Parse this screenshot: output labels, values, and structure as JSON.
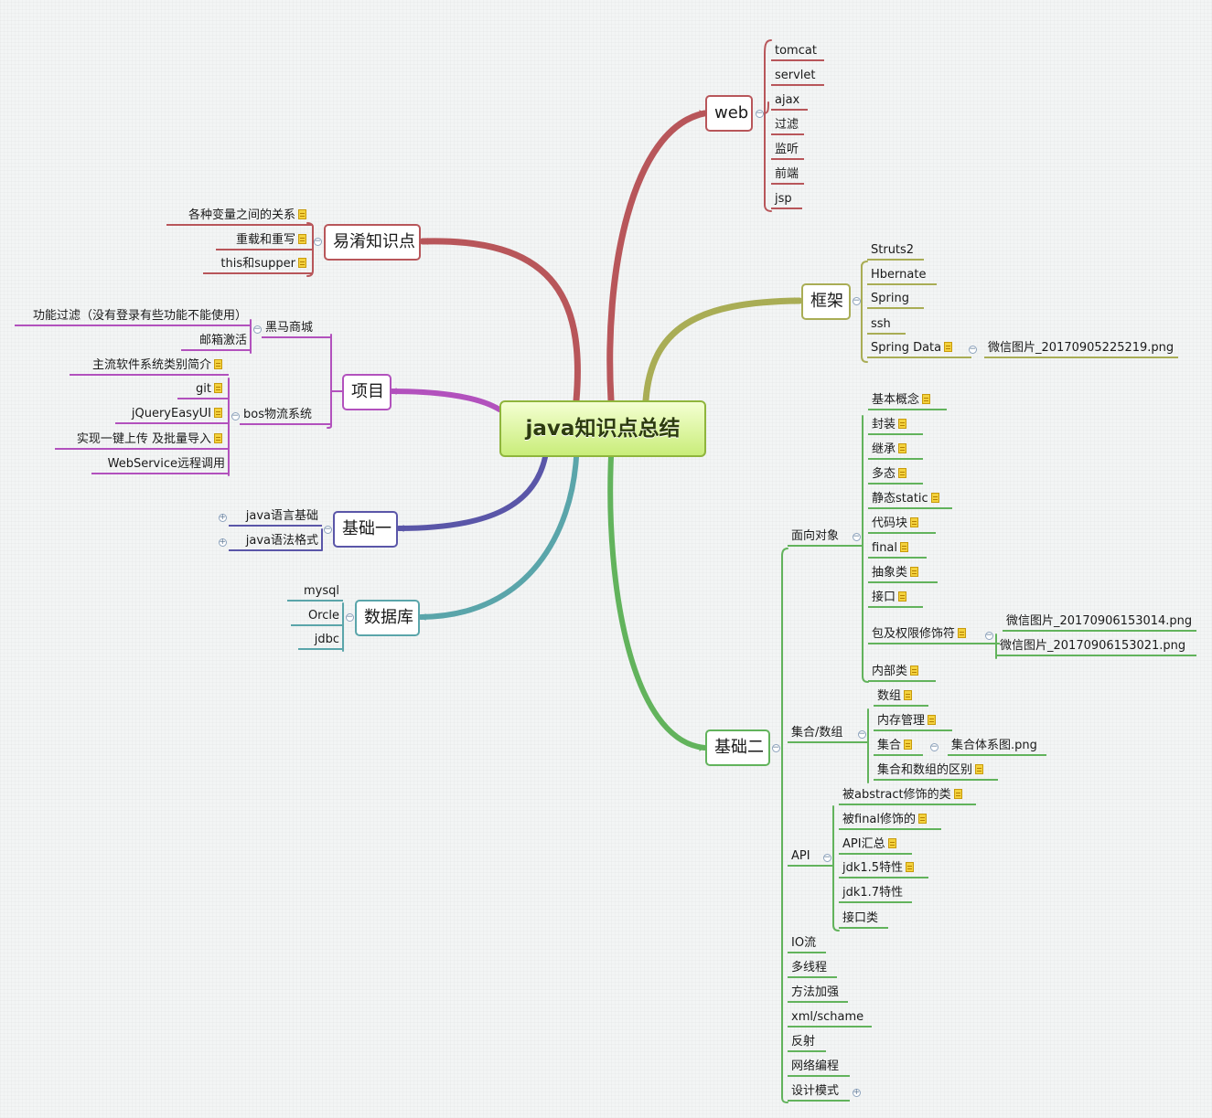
{
  "root": "java知识点总结",
  "colors": {
    "web": "#b8565a",
    "yixiao": "#b8565a",
    "kuangjia": "#a9ad55",
    "xiangmu": "#b251bd",
    "jichu1": "#5a56a8",
    "shujuku": "#5aa5aa",
    "jichu2": "#62b35c",
    "root_border": "#8fb53c"
  },
  "icons": {
    "note": "note-icon",
    "collapse": "collapse-toggle-icon",
    "expand": "expand-toggle-icon"
  },
  "web": {
    "label": "web",
    "items": [
      "tomcat",
      "servlet",
      "ajax",
      "过滤",
      "监听",
      "前端",
      "jsp"
    ]
  },
  "yixiao": {
    "label": "易淆知识点",
    "items": [
      "各种变量之间的关系",
      "重载和重写",
      "this和supper"
    ]
  },
  "kuangjia": {
    "label": "框架",
    "items": [
      "Struts2",
      "Hbernate",
      "Spring",
      "ssh",
      "Spring Data"
    ],
    "spring_data_image": "微信图片_20170905225219.png"
  },
  "xiangmu": {
    "label": "项目",
    "heima": {
      "label": "黑马商城",
      "items": [
        "功能过滤（没有登录有些功能不能使用）",
        "邮箱激活"
      ]
    },
    "bos": {
      "label": "bos物流系统",
      "items": [
        "主流软件系统类别简介",
        "git",
        "jQueryEasyUI",
        "实现一键上传 及批量导入",
        "WebService远程调用"
      ]
    }
  },
  "jichu1": {
    "label": "基础一",
    "items": [
      "java语言基础",
      "java语法格式"
    ]
  },
  "shujuku": {
    "label": "数据库",
    "items": [
      "mysql",
      "Orcle",
      "jdbc"
    ]
  },
  "jichu2": {
    "label": "基础二",
    "oop": {
      "label": "面向对象",
      "items": [
        "基本概念",
        "封装",
        "继承",
        "多态",
        "静态static",
        "代码块",
        "final",
        "抽象类",
        "接口",
        "包及权限修饰符",
        "内部类"
      ],
      "images": [
        "微信图片_20170906153014.png",
        "微信图片_20170906153021.png"
      ]
    },
    "collection": {
      "label": "集合/数组",
      "items": [
        "数组",
        "内存管理",
        "集合",
        "集合和数组的区别"
      ],
      "image": "集合体系图.png"
    },
    "api": {
      "label": "API",
      "items": [
        "被abstract修饰的类",
        "被final修饰的",
        "API汇总",
        "jdk1.5特性",
        "jdk1.7特性",
        "接口类"
      ]
    },
    "others": [
      "IO流",
      "多线程",
      "方法加强",
      "xml/schame",
      "反射",
      "网络编程",
      "设计模式"
    ]
  }
}
